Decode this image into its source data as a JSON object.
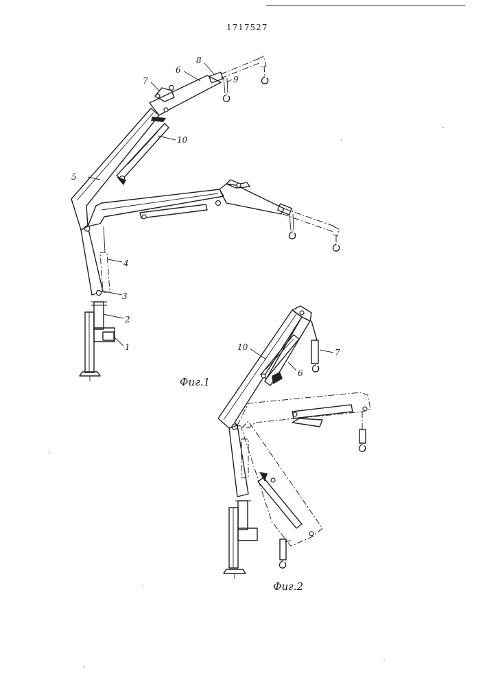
{
  "document": {
    "number": "1717527"
  },
  "figures": [
    {
      "caption": "Фиг.1",
      "labels": [
        "1",
        "2",
        "3",
        "4",
        "5",
        "6",
        "7",
        "8",
        "9",
        "10"
      ]
    },
    {
      "caption": "Фиг.2",
      "labels": [
        "10",
        "6",
        "7"
      ]
    }
  ]
}
